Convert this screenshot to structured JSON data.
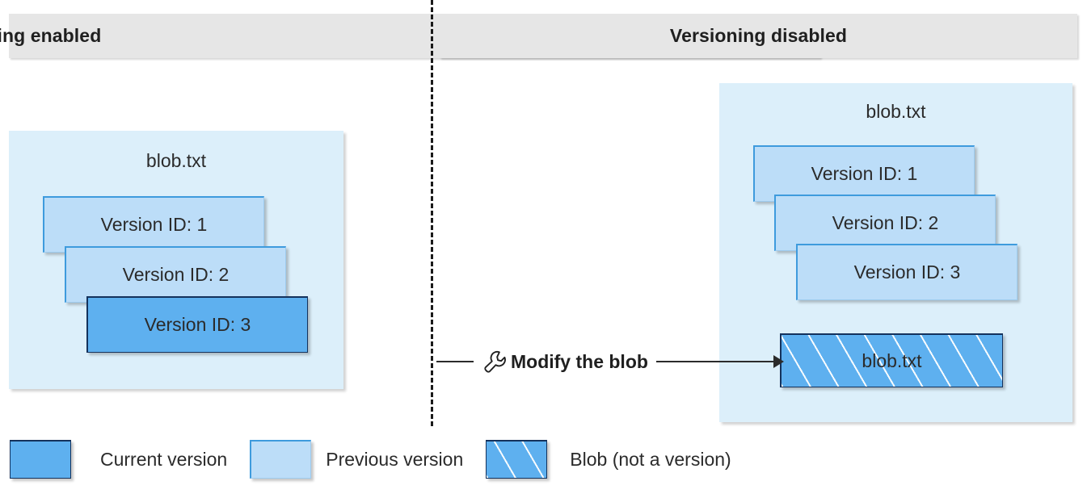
{
  "headers": {
    "left": "Versioning enabled",
    "right": "Versioning disabled"
  },
  "left_panel": {
    "blob_name": "blob.txt",
    "versions": [
      {
        "label": "Version ID: 1",
        "state": "previous"
      },
      {
        "label": "Version ID: 2",
        "state": "previous"
      },
      {
        "label": "Version ID: 3",
        "state": "current"
      }
    ]
  },
  "right_panel": {
    "blob_name": "blob.txt",
    "versions": [
      {
        "label": "Version ID: 1",
        "state": "previous"
      },
      {
        "label": "Version ID: 2",
        "state": "previous"
      },
      {
        "label": "Version ID: 3",
        "state": "previous"
      }
    ],
    "blob_box_label": "blob.txt"
  },
  "connector": {
    "icon": "wrench-icon",
    "label": "Modify the blob"
  },
  "legend": [
    {
      "label": "Current version",
      "swatch": "current"
    },
    {
      "label": "Previous version",
      "swatch": "previous"
    },
    {
      "label": "Blob (not a version)",
      "swatch": "blob"
    }
  ],
  "colors": {
    "header_bg": "#E6E6E6",
    "container_bg": "#DCEFFA",
    "current_version": "#5EB0EF",
    "previous_version": "#BCDDF8",
    "previous_border": "#3E9BDD",
    "current_border": "#14325C",
    "divider": "#1A1A1A",
    "text": "#2B2B2B"
  }
}
